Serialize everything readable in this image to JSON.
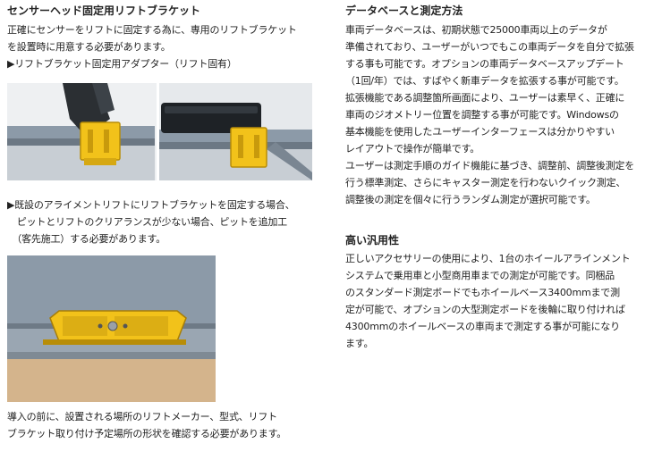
{
  "left": {
    "heading": "センサーヘッド固定用リフトブラケット",
    "intro": "正確にセンサーをリフトに固定する為に、専用のリフトブラケット\nを設置時に用意する必要があります。",
    "adapter_label": "▶リフトブラケット固定用アダプター（リフト固有）",
    "existing_note": "▶既設のアライメントリフトにリフトブラケットを固定する場合、\n　ピットとリフトのクリアランスが少ない場合、ピットを追加工\n　（客先施工）する必要があります。",
    "footer_note": "導入の前に、設置される場所のリフトメーカー、型式、リフト\nブラケット取り付け予定場所の形状を確認する必要があります。"
  },
  "right": {
    "section1_heading": "データベースと測定方法",
    "section1_para1": "車両データベースは、初期状態で25000車両以上のデータが\n準備されており、ユーザーがいつでもこの車両データを自分で拡張\nする事も可能です。オプションの車両データベースアップデート\n（1回/年）では、すばやく新車データを拡張する事が可能です。\n拡張機能である調整箇所画面により、ユーザーは素早く、正確に\n車両のジオメトリー位置を調整する事が可能です。Windowsの\n基本機能を使用したユーザーインターフェースは分かりやすい\nレイアウトで操作が簡単です。",
    "section1_para2": "ユーザーは測定手順のガイド機能に基づき、調整前、調整後測定を\n行う標準測定、さらにキャスター測定を行わないクイック測定、\n調整後の測定を個々に行うランダム測定が選択可能です。",
    "section2_heading": "高い汎用性",
    "section2_para": "正しいアクセサリーの使用により、1台のホイールアラインメント\nシステムで乗用車と小型商用車までの測定が可能です。同梱品\nのスタンダード測定ボードでもホイールベース3400mmまで測\n定が可能で、オプションの大型測定ボードを後輪に取り付ければ\n4300mmのホイールベースの車両まで測定する事が可能になり\nます。"
  },
  "colors": {
    "bracket_yellow": "#f2c21a",
    "floor_sand": "#d4b48c",
    "lift_steel": "#8c9aa8"
  }
}
